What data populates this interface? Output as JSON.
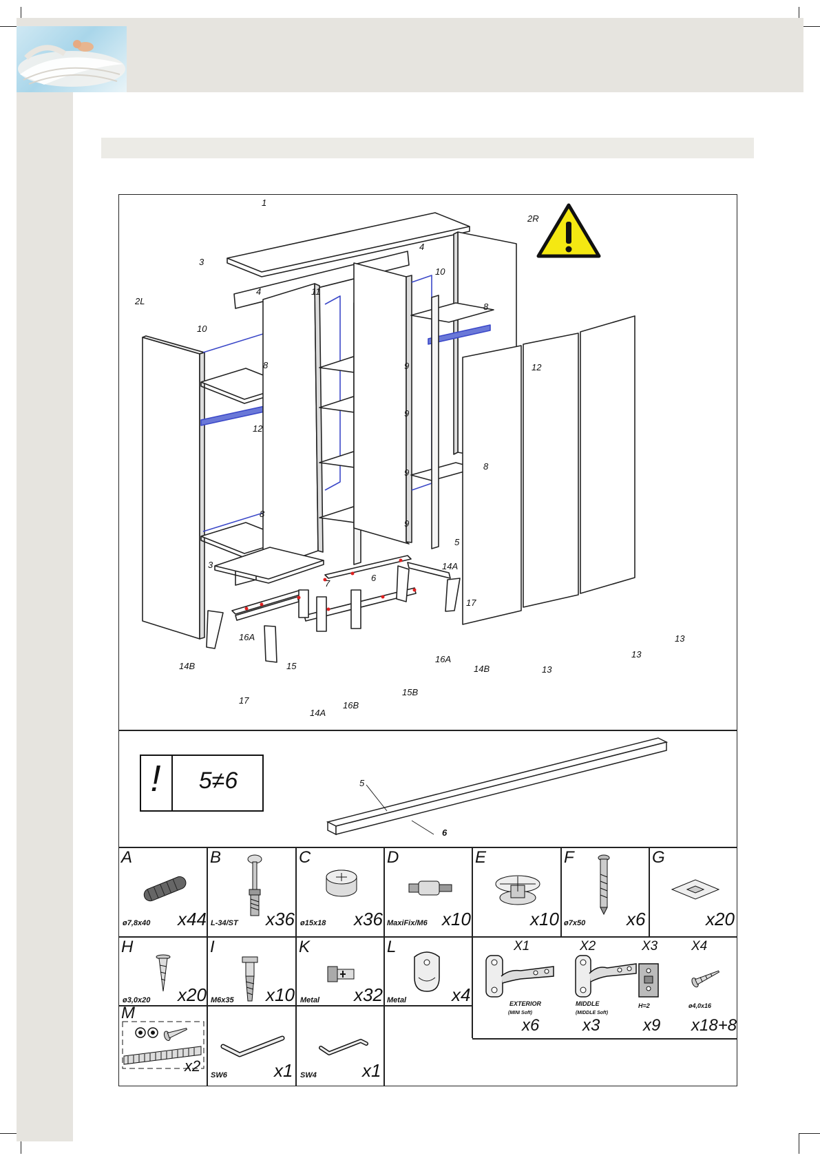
{
  "hardware": [
    {
      "letter": "A",
      "spec": "ø7,8x40",
      "qty": "x44",
      "icon": "dowel-icon"
    },
    {
      "letter": "B",
      "spec": "L-34/ST",
      "qty": "x36",
      "icon": "cam-bolt-icon"
    },
    {
      "letter": "C",
      "spec": "ø15x18",
      "qty": "x36",
      "icon": "cam-lock-icon"
    },
    {
      "letter": "D",
      "spec": "MaxiFix/M6",
      "qty": "x10",
      "icon": "connector-icon"
    },
    {
      "letter": "E",
      "spec": "",
      "qty": "x10",
      "icon": "disc-connector-icon"
    },
    {
      "letter": "F",
      "spec": "ø7x50",
      "qty": "x6",
      "icon": "confirmat-screw-icon"
    },
    {
      "letter": "G",
      "spec": "",
      "qty": "x20",
      "icon": "glide-plate-icon"
    },
    {
      "letter": "H",
      "spec": "ø3,0x20",
      "qty": "x20",
      "icon": "wood-screw-icon"
    },
    {
      "letter": "I",
      "spec": "M6x35",
      "qty": "x10",
      "icon": "bolt-icon"
    },
    {
      "letter": "K",
      "spec": "Metal",
      "qty": "x32",
      "icon": "shelf-support-icon"
    },
    {
      "letter": "L",
      "spec": "Metal",
      "qty": "x4",
      "icon": "rail-holder-icon"
    },
    {
      "letter": "M",
      "spec": "",
      "qty": "x2",
      "icon": "wall-fixing-kit-icon"
    },
    {
      "letter": "",
      "spec": "SW6",
      "qty": "x1",
      "icon": "allen-key-icon"
    },
    {
      "letter": "",
      "spec": "SW4",
      "qty": "x1",
      "icon": "allen-key-icon"
    }
  ],
  "hinges": [
    {
      "code": "X1",
      "name": "EXTERIOR",
      "sub": "(MINI Soft)",
      "qty": "x6"
    },
    {
      "code": "X2",
      "name": "MIDDLE",
      "sub": "(MIDDLE Soft)",
      "qty": "x3"
    },
    {
      "code": "X3",
      "name": "H=2",
      "sub": "",
      "qty": "x9"
    },
    {
      "code": "X4",
      "name": "ø4,0x16",
      "sub": "",
      "qty": "x18+8"
    }
  ],
  "notice": {
    "symbol": "!",
    "text": "5≠6"
  },
  "part_labels": {
    "top": "1",
    "side_right": "2R",
    "side_left": "2L",
    "back_rail": "3",
    "partition": "4",
    "plinth_rail_5": "5",
    "plinth_rail_6": "6",
    "bottom": "7",
    "shelf_large": "8",
    "shelf_small": "9",
    "back_strip": "10",
    "back_strip_b": "11",
    "hanging_rail": "12",
    "door": "13",
    "leg_a": "14A",
    "leg_b": "14B",
    "foot": "15",
    "foot_b": "15B",
    "frame_a": "16A",
    "frame_b": "16B",
    "frame_end": "17"
  }
}
